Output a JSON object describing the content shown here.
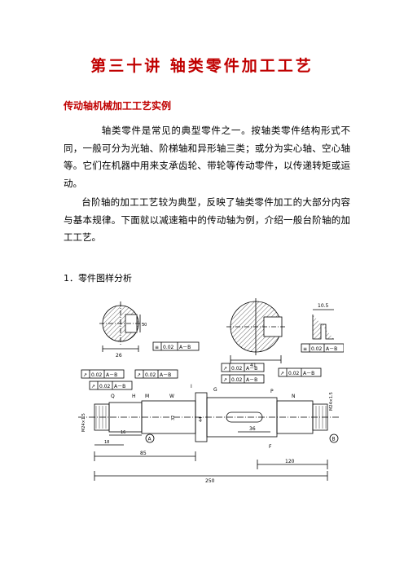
{
  "doc": {
    "title": "第三十讲  轴类零件加工工艺",
    "subtitle": "传动轴机械加工工艺实例",
    "para1": "轴类零件是常见的典型零件之一。按轴类零件结构形式不同，一般可分为光轴、阶梯轴和异形轴三类；或分为实心轴、空心轴等。它们在机器中用来支承齿轮、带轮等传动零件，以传递转矩或运动。",
    "para2": "台阶轴的加工工艺较为典型，反映了轴类零件加工的大部分内容与基本规律。下面就以减速箱中的传动轴为例，介绍一般台阶轴的加工工艺。",
    "section1": "1．零件图样分析"
  },
  "drawing": {
    "dims": {
      "d26": "26",
      "d41": "41",
      "d10_5": "10.5",
      "d36": "36",
      "d16": "16",
      "d18": "18",
      "d85": "85",
      "d120": "120",
      "d250": "250",
      "d30": "30",
      "d32": "32",
      "d44": "44"
    },
    "tolerances": {
      "tol_sym_left": "0.02",
      "tol_sym_right": "0.02",
      "tol_run1": "0.02",
      "tol_run2": "0.02",
      "tol_run3": "0.02",
      "tol_run4": "0.02",
      "tol_run5": "0.02",
      "tol_run6": "0.02"
    },
    "datums": {
      "ref_ab": "A－B",
      "datum_a": "A",
      "datum_b": "B"
    },
    "labels": {
      "lbl_m": "M",
      "lbl_n": "N",
      "lbl_p": "P",
      "lbl_q": "Q",
      "lbl_h": "H",
      "lbl_g": "G",
      "lbl_f": "F",
      "lbl_i": "I",
      "lbl_w": "W",
      "thread_left": "M24×1.5",
      "thread_right": "M24×1.5"
    }
  }
}
